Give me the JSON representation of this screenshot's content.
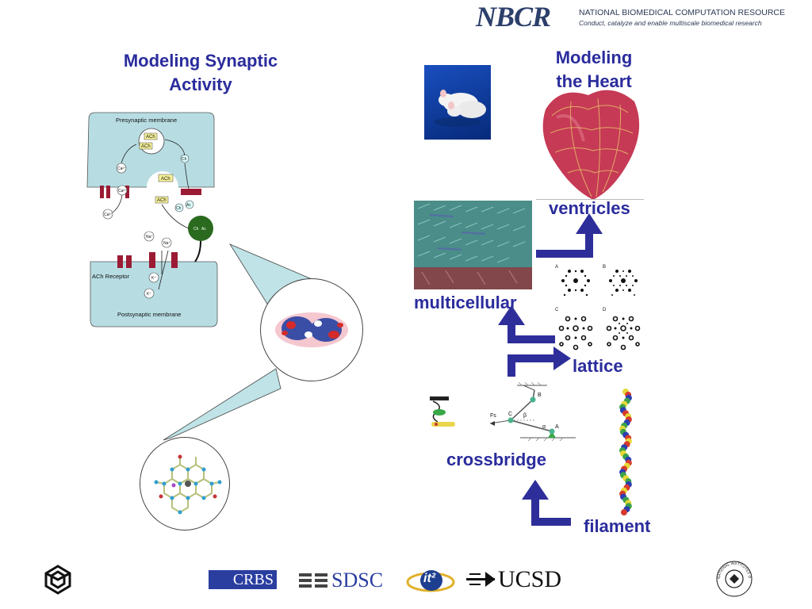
{
  "header": {
    "logo_text": "NBCR",
    "org_name": "NATIONAL BIOMEDICAL COMPUTATION RESOURCE",
    "tagline": "Conduct, catalyze and enable multiscale biomedical research"
  },
  "left": {
    "title": "Modeling Synaptic Activity",
    "diagram": {
      "presynaptic_label": "Presynaptic membrane",
      "postsynaptic_label": "Postsynaptic membrane",
      "receptor_label": "ACh Receptor",
      "ach": "ACh",
      "ca": "Ca²⁺",
      "na": "Na⁺",
      "k": "K⁺",
      "ch": "Ch",
      "ac": "Ac"
    }
  },
  "right": {
    "title": "Modeling the Heart",
    "labels": {
      "ventricles": "ventricles",
      "multicellular": "multicellular",
      "lattice": "lattice",
      "crossbridge": "crossbridge",
      "filament": "filament"
    },
    "crossbridge_diagram": {
      "b": "B",
      "c": "C",
      "a": "A",
      "fs": "Fs",
      "beta": "β",
      "alpha": "α"
    },
    "lattice_panels": [
      "A",
      "B",
      "C",
      "D"
    ]
  },
  "footer": {
    "crbs": "CRBS",
    "sdsc": "SDSC",
    "ucsd": "UCSD",
    "it2": "it²",
    "nih": "NATIONAL INSTITUTES OF HEALTH"
  },
  "colors": {
    "title_blue": "#2a2c9c",
    "arrow_blue": "#2e2e9a",
    "membrane": "#b7dde3",
    "heart_red": "#c63a55"
  }
}
